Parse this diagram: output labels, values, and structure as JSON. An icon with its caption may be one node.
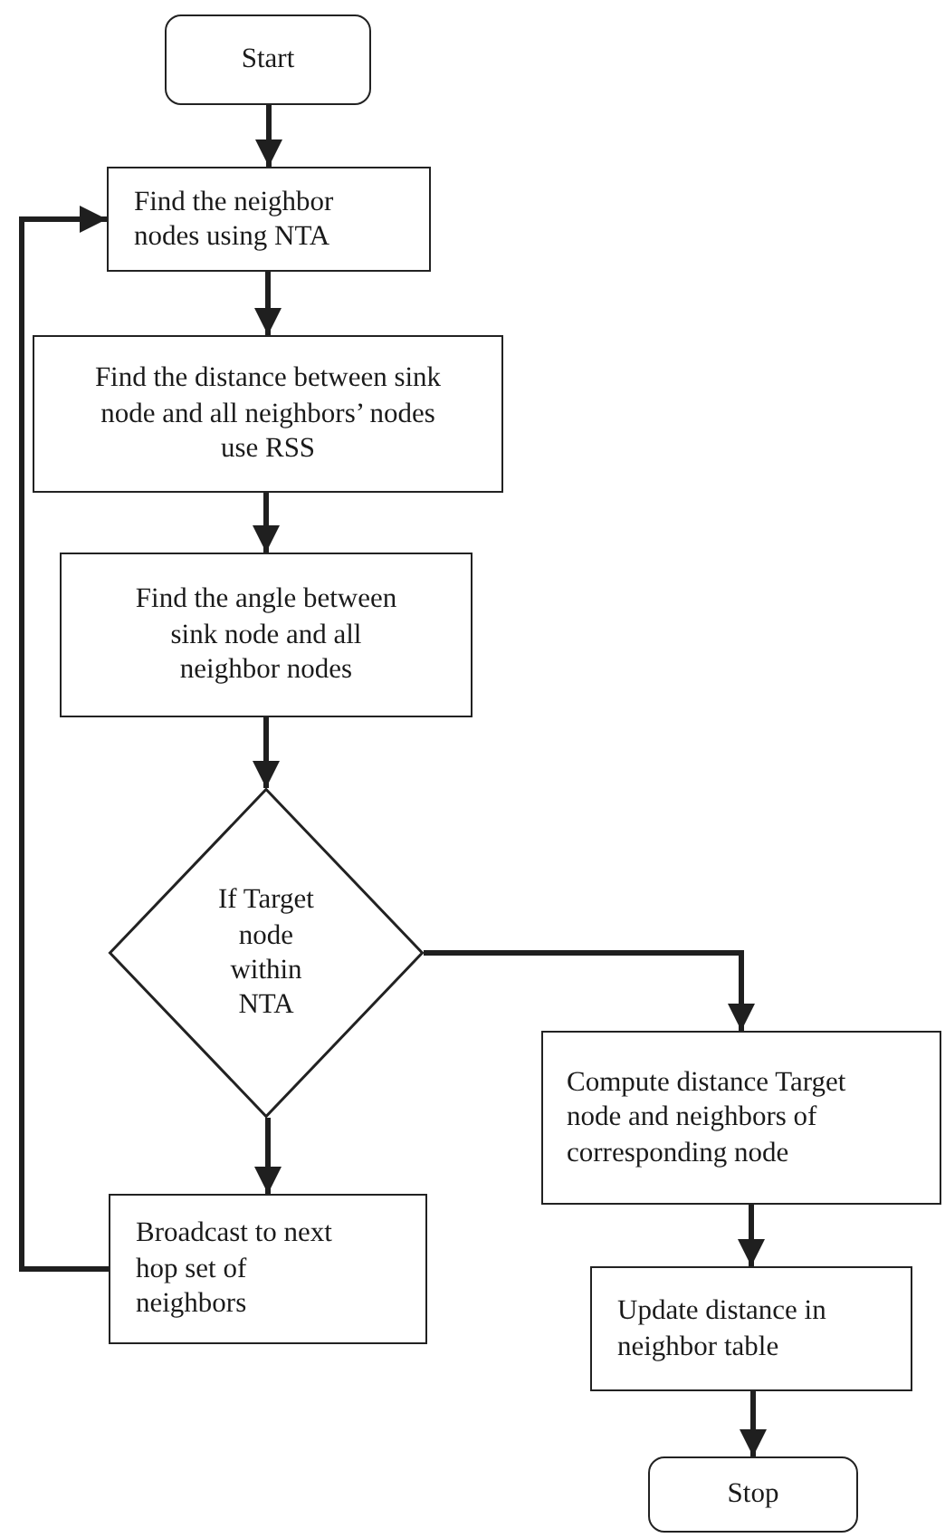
{
  "diagram": {
    "nodes": [
      {
        "text": [
          "Start"
        ]
      },
      {
        "text": [
          "Find the neighbor nodes using NTA"
        ]
      },
      {
        "text": [
          "Find the distance between sink node and all neighbors’ nodes use RSS"
        ]
      },
      {
        "text": [
          "Find the angle between sink node and all neighbor nodes"
        ]
      },
      {
        "text": [
          "If Target node within NTA"
        ]
      },
      {
        "text": [
          "Compute distance Target node and neighbors of corresponding node"
        ]
      },
      {
        "text": [
          "Broadcast to next hop set of neighbors"
        ]
      },
      {
        "text": [
          "Update distance in neighbor table"
        ]
      },
      {
        "text": [
          "Stop"
        ]
      }
    ],
    "edges": [
      {
        "from": 0,
        "to": 1,
        "arrow": "to"
      },
      {
        "from": 1,
        "to": 2,
        "arrow": "to"
      },
      {
        "from": 2,
        "to": 3,
        "arrow": "to"
      },
      {
        "from": 3,
        "to": 4,
        "arrow": "to"
      },
      {
        "from": 4,
        "to": 5,
        "arrow": "to"
      },
      {
        "from": 4,
        "to": 6,
        "arrow": "to"
      },
      {
        "from": 6,
        "to": 1,
        "arrow": "to"
      },
      {
        "from": 5,
        "to": 7,
        "arrow": "to"
      },
      {
        "from": 7,
        "to": 8,
        "arrow": "to"
      }
    ]
  }
}
